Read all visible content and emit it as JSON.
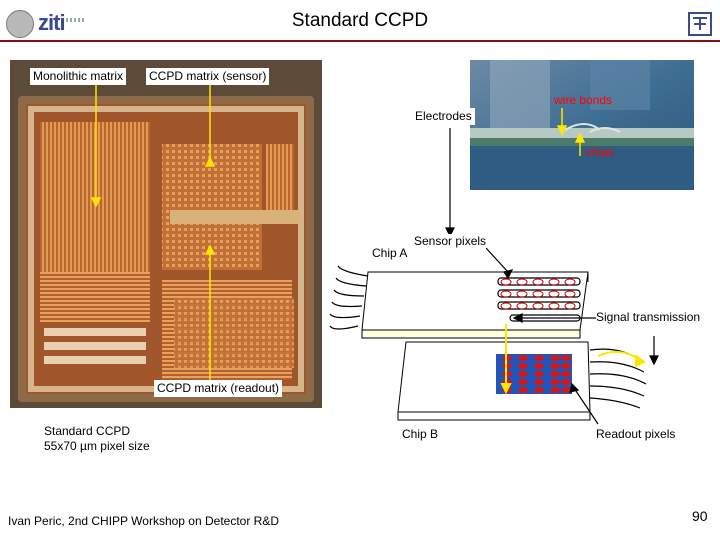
{
  "header": {
    "title": "Standard CCPD"
  },
  "labels": {
    "monolithic_matrix": "Monolithic matrix",
    "ccpd_sensor": "CCPD matrix (sensor)",
    "ccpd_readout": "CCPD matrix (readout)",
    "standard_ccpd": "Standard CCPD",
    "pixel_size": "55x70  µm pixel size",
    "wire_bonds": "wire bonds",
    "electrodes": "Electrodes",
    "chips": "chips",
    "chip_a": "Chip A",
    "sensor_pixels": "Sensor pixels",
    "signal_transmission": "Signal transmission",
    "chip_b": "Chip B",
    "readout_pixels": "Readout pixels"
  },
  "footer": {
    "author": "Ivan Peric, 2nd CHIPP Workshop on Detector R&D",
    "page": "90"
  },
  "logo": {
    "text": "ziti"
  },
  "colors": {
    "header_line": "#8a0f13",
    "annotation_red": "#ff0000",
    "arrow_yellow": "#ffe600",
    "readout_blue": "#2255bb"
  }
}
